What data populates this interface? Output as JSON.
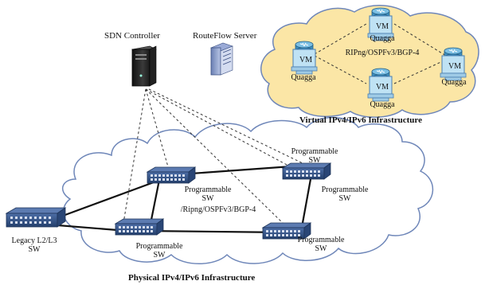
{
  "labels": {
    "sdn_controller": "SDN Controller",
    "routeflow_server": "RouteFlow Server",
    "virtual_title": "Virtual IPv4/IPv6 Infrastructure",
    "physical_title": "Physical IPv4/IPv6 Infrastructure",
    "virtual_protocols": "RIPng/OSPFv3/BGP-4",
    "physical_protocols": "/Ripng/OSPFv3/BGP-4",
    "vm": "VM",
    "quagga": "Quagga",
    "programmable_sw_1": "Programmable\nSW",
    "programmable_sw_2": "Programmable\nSW",
    "programmable_sw_3": "Programmable\nSW",
    "programmable_sw_4": "Programmable\nSW",
    "programmable_sw_5": "Programmable\nSW",
    "legacy_sw": "Legacy L2/L3\nSW"
  },
  "colors": {
    "cloud_fill_virtual": "#fbe6a6",
    "cloud_stroke": "#6f87b9",
    "vm_fill": "#bfe2f4",
    "vm_stroke": "#4a7fb0",
    "switch_body": "#35558a",
    "link": "#111111"
  }
}
